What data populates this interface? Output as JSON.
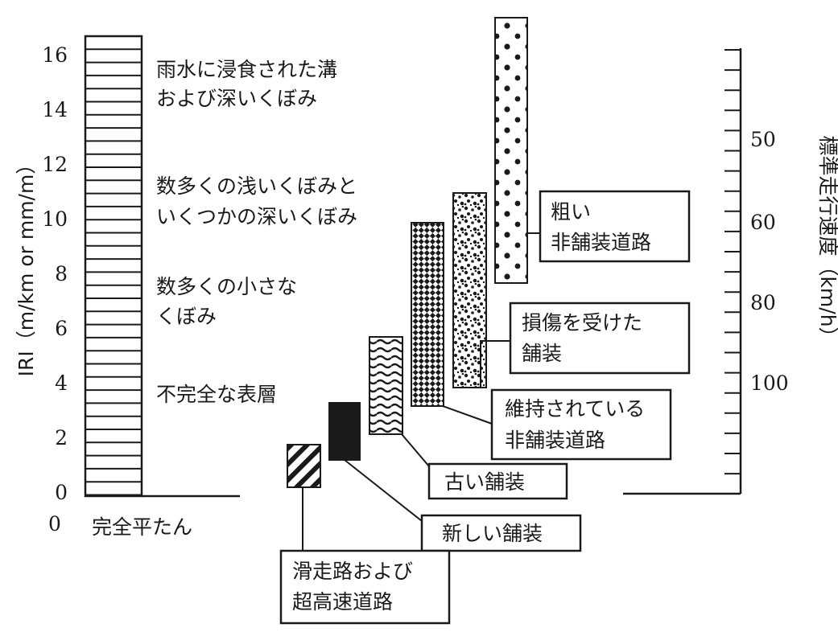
{
  "left_axis": {
    "label": "IRI（m/km or mm/m）",
    "origin_label": "0",
    "ticks": [
      "16",
      "14",
      "12",
      "10",
      "8",
      "6",
      "4",
      "2",
      "0"
    ]
  },
  "right_axis": {
    "label": "標準走行速度（km/h）",
    "ticks": [
      "50",
      "60",
      "80",
      "100"
    ]
  },
  "iri_descriptions": {
    "d16_line1": "雨水に浸食された溝",
    "d16_line2": "および深いくぼみ",
    "d11_line1": "数多くの浅いくぼみと",
    "d11_line2": "いくつかの深いくぼみ",
    "d8_line1": "数多くの小さな",
    "d8_line2": "くぼみ",
    "d4_line1": "不完全な表層",
    "d0_line1": "完全平たん"
  },
  "surface_labels": {
    "rough_unpaved_line1": "粗い",
    "rough_unpaved_line2": "非舗装道路",
    "damaged_paved_line1": "損傷を受けた",
    "damaged_paved_line2": "舗装",
    "maintained_unpaved_line1": "維持されている",
    "maintained_unpaved_line2": "非舗装道路",
    "old_paved": "古い舗装",
    "new_paved": "新しい舗装",
    "runway_line1": "滑走路および",
    "runway_line2": "超高速道路"
  }
}
